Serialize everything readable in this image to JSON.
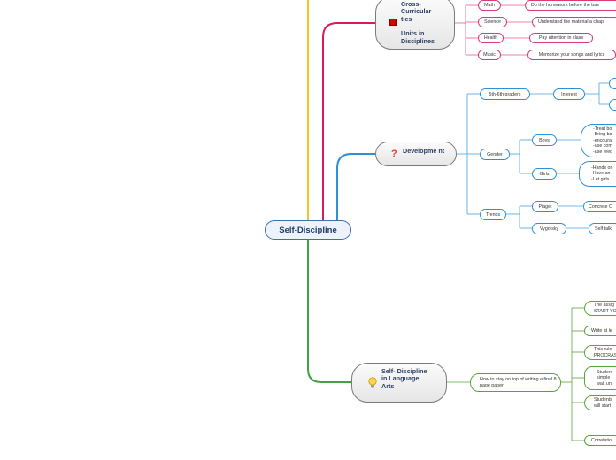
{
  "root": "Self-Discipline",
  "branches": {
    "cross": {
      "title_line1": "Cross-",
      "title_line2": "Curricular",
      "title_line3": "ties",
      "title_line4": "Units in",
      "title_line5": "Disciplines",
      "color": "#d81b60",
      "icon": "red-square-icon",
      "subjects": [
        {
          "label": "Math",
          "detail": "Do the homework before the bas"
        },
        {
          "label": "Science",
          "detail": "Understand the material a chap"
        },
        {
          "label": "Health",
          "detail": "Pay attention in class"
        },
        {
          "label": "Music",
          "detail": "Memorize your songs and lyrics"
        }
      ]
    },
    "development": {
      "title": "Developme nt",
      "color": "#2d8fd4",
      "icon": "question-mark-icon",
      "grade": "5th-6th graders",
      "interest": "Interest",
      "gender": "Gender",
      "boys": "Boys",
      "boys_tips": "-Treat bo\n-Bring ba\n-encoura\n-use com\n-use feed",
      "girls": "Girls",
      "girls_tips": "-Hands on\n-Have an\n-Let girls",
      "trends": "Trends",
      "piaget": "Piaget",
      "piaget_detail": "Concrete O",
      "vygotsky": "Vygotsky",
      "vygotsky_detail": "Self talk",
      "interest_children": [
        "",
        ""
      ]
    },
    "language": {
      "title": "Self- Discipline in Language Arts",
      "color": "#43a047",
      "icon": "lightbulb-icon",
      "sub": "How to stay on top of writing a final 8 page paper",
      "items": [
        "The assig\nSTART YO",
        "Write at le",
        "This rule\nPROCRAS",
        "Student\nsimple\nwait unt",
        "Students\nwill start",
        "Correlatio"
      ]
    }
  }
}
